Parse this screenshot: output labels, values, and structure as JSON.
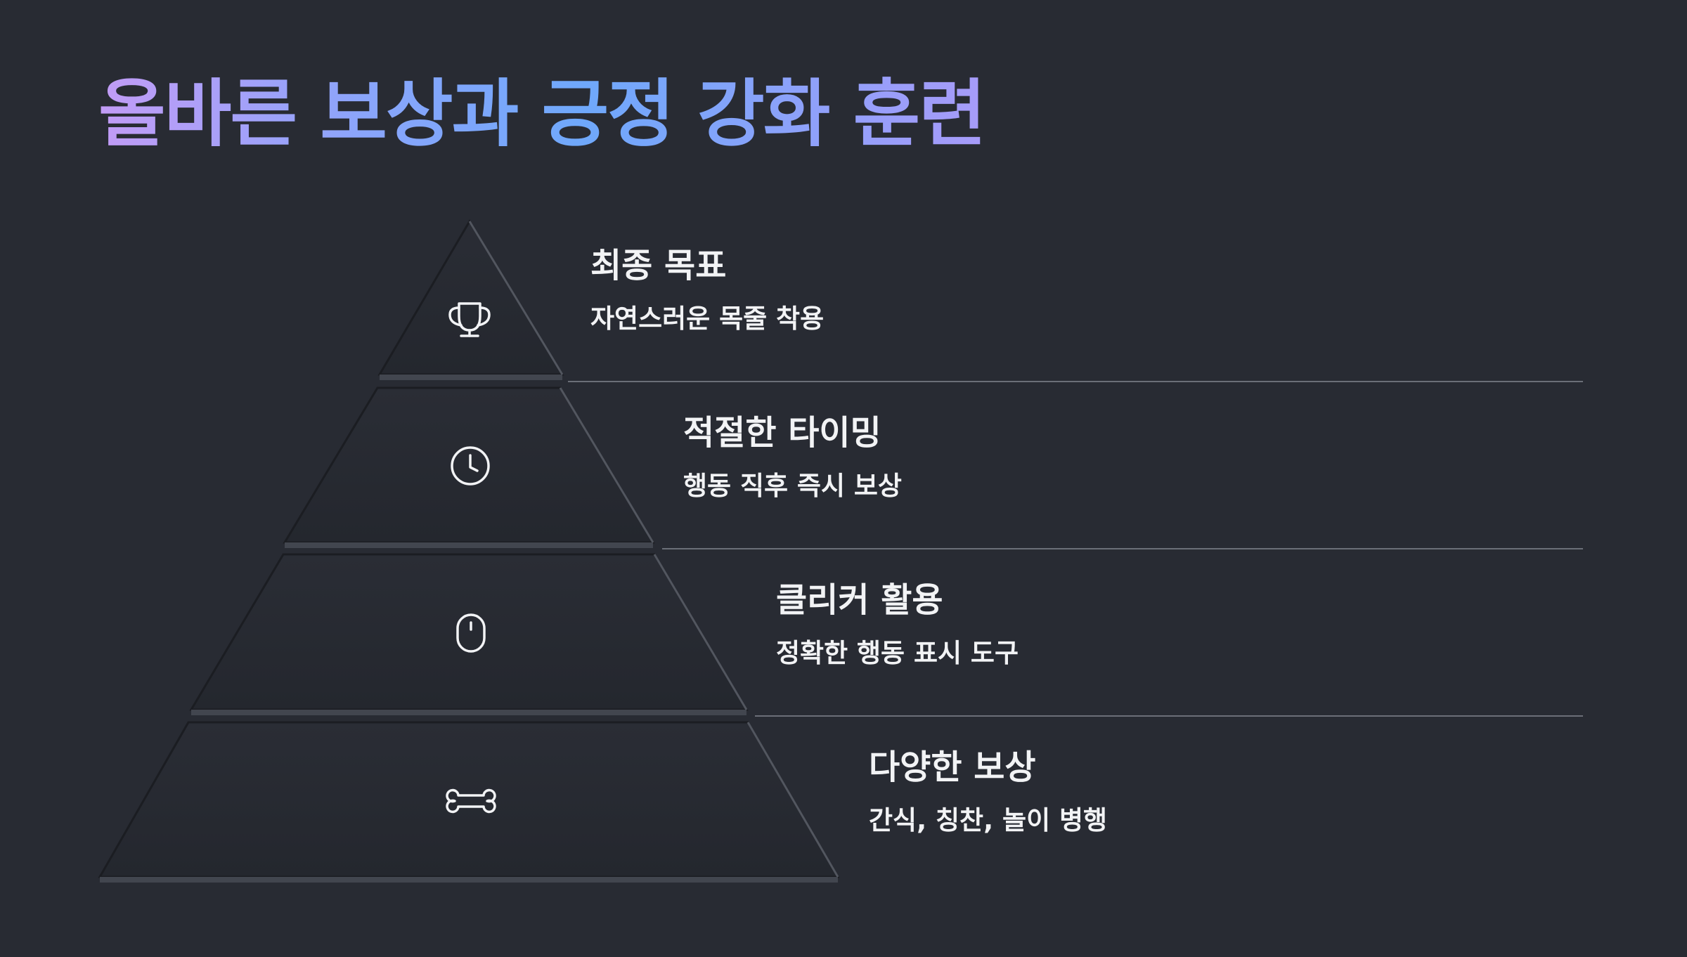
{
  "title": "올바른 보상과 긍정 강화 훈련",
  "colors": {
    "background": "#282b33",
    "title_gradient": [
      "#c29cf6",
      "#6fa8fb",
      "#a79bf9"
    ],
    "text": "#f2f3f5",
    "divider": "#6b6f78"
  },
  "tiers": [
    {
      "title": "최종 목표",
      "desc": "자연스러운 목줄 착용",
      "icon": "trophy-icon"
    },
    {
      "title": "적절한 타이밍",
      "desc": "행동 직후 즉시 보상",
      "icon": "clock-icon"
    },
    {
      "title": "클리커 활용",
      "desc": "정확한 행동 표시 도구",
      "icon": "mouse-icon"
    },
    {
      "title": "다양한 보상",
      "desc": "간식, 칭찬, 놀이 병행",
      "icon": "bone-icon"
    }
  ]
}
